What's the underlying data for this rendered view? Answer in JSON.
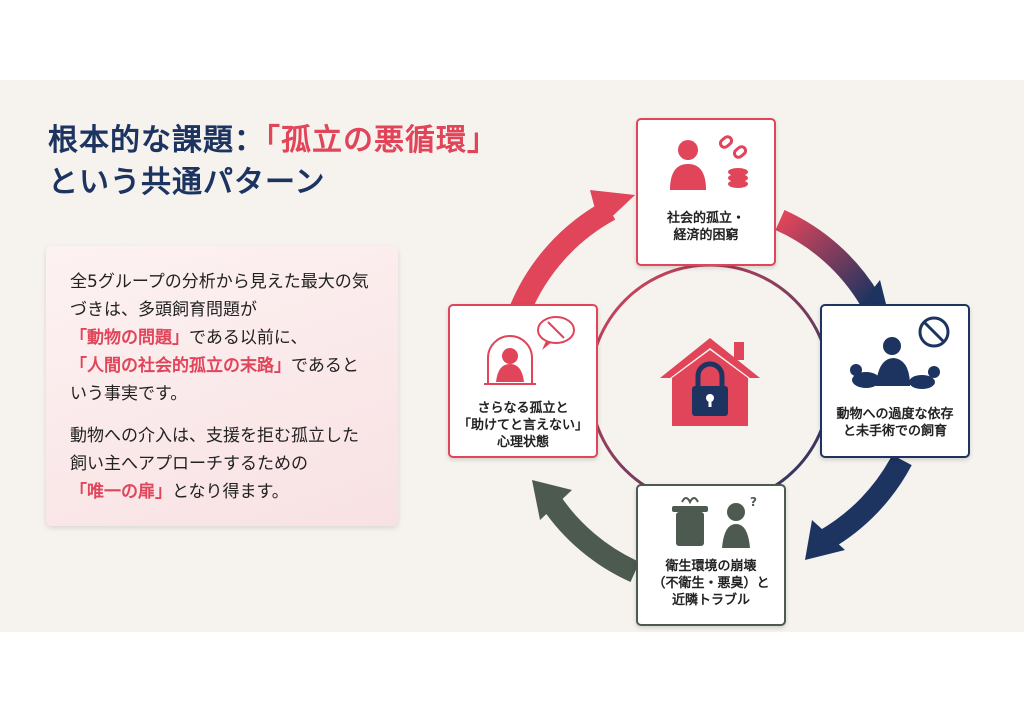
{
  "title": {
    "line1_prefix": "根本的な課題：",
    "line1_accent": "「孤立の悪循環」",
    "line2": "という共通パターン"
  },
  "panel": {
    "para1": {
      "t1": "全5グループの分析から見えた最大の気づきは、多頭飼育問題が",
      "h1": "「動物の問題」",
      "t2": "である以前に、",
      "h2": "「人間の社会的孤立の末路」",
      "t3": "であるという事実です。"
    },
    "para2": {
      "t1": "動物への介入は、支援を拒む孤立した飼い主へアプローチするための",
      "h1": "「唯一の扉」",
      "t2": "となり得ます。"
    }
  },
  "cycle": {
    "top": {
      "line1": "社会的孤立・",
      "line2": "経済的困窮"
    },
    "right": {
      "line1": "動物への過度な依存",
      "line2": "と未手術での飼育"
    },
    "bottom": {
      "line1": "衛生環境の崩壊",
      "line2": "（不衛生・悪臭）と",
      "line3": "近隣トラブル"
    },
    "left": {
      "line1": "さらなる孤立と",
      "line2": "「助けてと言えない」",
      "line3": "心理状態"
    }
  },
  "colors": {
    "navy": "#1d3461",
    "red": "#e0455a",
    "gray_green": "#4d5a4f",
    "panel_bg": "#f8e1e3"
  },
  "icons": [
    "person-icon",
    "broken-chain-icon",
    "coins-icon",
    "no-dogs-icon",
    "person-with-pets-icon",
    "trash-can-icon",
    "angry-neighbor-icon",
    "isolated-person-dome-icon",
    "speech-bubble-icon",
    "house-lock-icon"
  ]
}
